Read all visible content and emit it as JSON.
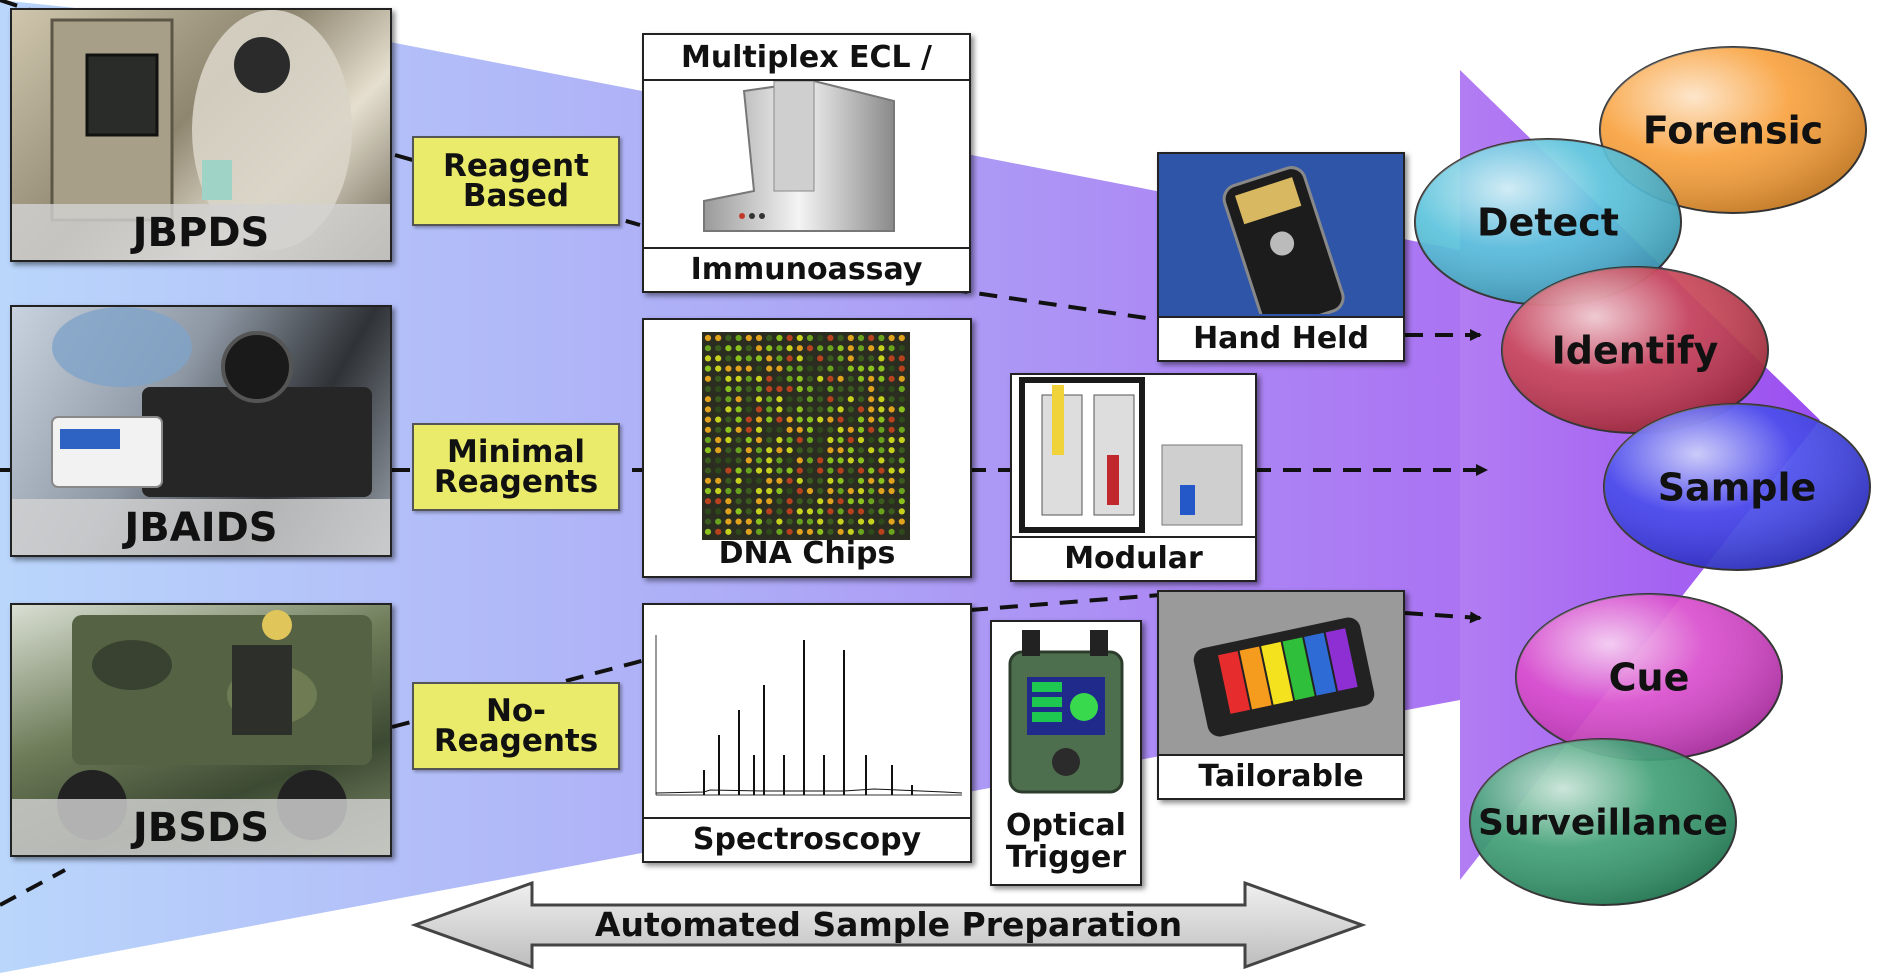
{
  "systems": [
    {
      "label": "JBPDS"
    },
    {
      "label": "JBAIDS"
    },
    {
      "label": "JBSDS"
    }
  ],
  "reagent_tags": [
    {
      "lines": [
        "Reagent",
        "Based"
      ]
    },
    {
      "lines": [
        "Minimal",
        "Reagents"
      ]
    },
    {
      "lines": [
        "No-",
        "Reagents"
      ]
    }
  ],
  "technologies": {
    "immunoassay": {
      "top": "Multiplex ECL /",
      "bottom": "Immunoassay"
    },
    "dna_chips": {
      "label": "DNA Chips"
    },
    "spectroscopy": {
      "label": "Spectroscopy"
    },
    "optical_trigger": {
      "lines": [
        "Optical",
        "Trigger"
      ]
    }
  },
  "form_factors": {
    "hand_held": "Hand Held",
    "modular": "Modular",
    "tailorable": "Tailorable"
  },
  "bottom_arrow": "Automated Sample Preparation",
  "capabilities": [
    {
      "label": "Forensic",
      "color": "#f7921e"
    },
    {
      "label": "Detect",
      "color": "#3fb8d6"
    },
    {
      "label": "Identify",
      "color": "#c0283d"
    },
    {
      "label": "Sample",
      "color": "#2a2ee8"
    },
    {
      "label": "Cue",
      "color": "#d22fc4"
    },
    {
      "label": "Surveillance",
      "color": "#1f8f5e"
    }
  ],
  "colors": {
    "tag": "#eaeb6a",
    "fan_start": "#a8c8f8",
    "fan_end": "#b070f0"
  }
}
